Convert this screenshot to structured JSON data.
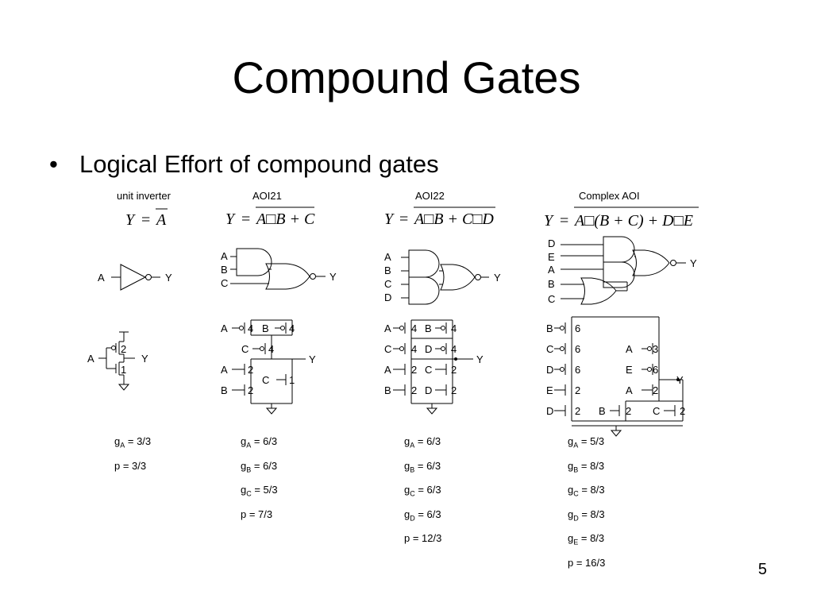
{
  "title": "Compound Gates",
  "bullet": "Logical Effort of compound gates",
  "page_number": "5",
  "columns": [
    {
      "heading": "unit inverter",
      "equation": {
        "lhs": "Y",
        "rhs": "A"
      },
      "effects": [
        {
          "g": "g",
          "sub": "A",
          "val": " = 3/3"
        },
        {
          "g": "p = 3/3",
          "sub": "",
          "val": ""
        }
      ]
    },
    {
      "heading": "AOI21",
      "equation": {
        "lhs": "Y",
        "rhs": "A□B + C"
      },
      "effects": [
        {
          "g": "g",
          "sub": "A",
          "val": " = 6/3"
        },
        {
          "g": "g",
          "sub": "B",
          "val": " = 6/3"
        },
        {
          "g": "g",
          "sub": "C",
          "val": " = 5/3"
        },
        {
          "g": "p = 7/3",
          "sub": "",
          "val": ""
        }
      ]
    },
    {
      "heading": "AOI22",
      "equation": {
        "lhs": "Y",
        "rhs": "A□B + C□D"
      },
      "effects": [
        {
          "g": "g",
          "sub": "A",
          "val": " = 6/3"
        },
        {
          "g": "g",
          "sub": "B",
          "val": " = 6/3"
        },
        {
          "g": "g",
          "sub": "C",
          "val": " = 6/3"
        },
        {
          "g": "g",
          "sub": "D",
          "val": " = 6/3"
        },
        {
          "g": "p = 12/3",
          "sub": "",
          "val": ""
        }
      ]
    },
    {
      "heading": "Complex AOI",
      "equation": {
        "lhs": "Y",
        "rhs": "A□(B + C) + D□E"
      },
      "effects": [
        {
          "g": "g",
          "sub": "A",
          "val": " = 5/3"
        },
        {
          "g": "g",
          "sub": "B",
          "val": " = 8/3"
        },
        {
          "g": "g",
          "sub": "C",
          "val": " = 8/3"
        },
        {
          "g": "g",
          "sub": "D",
          "val": " = 8/3"
        },
        {
          "g": "g",
          "sub": "E",
          "val": " = 8/3"
        },
        {
          "g": "p = 16/3",
          "sub": "",
          "val": ""
        }
      ]
    }
  ],
  "labels": {
    "A": "A",
    "B": "B",
    "C": "C",
    "D": "D",
    "E": "E",
    "Y": "Y",
    "w1": "1",
    "w2": "2",
    "w3": "3",
    "w4": "4",
    "w6": "6"
  }
}
